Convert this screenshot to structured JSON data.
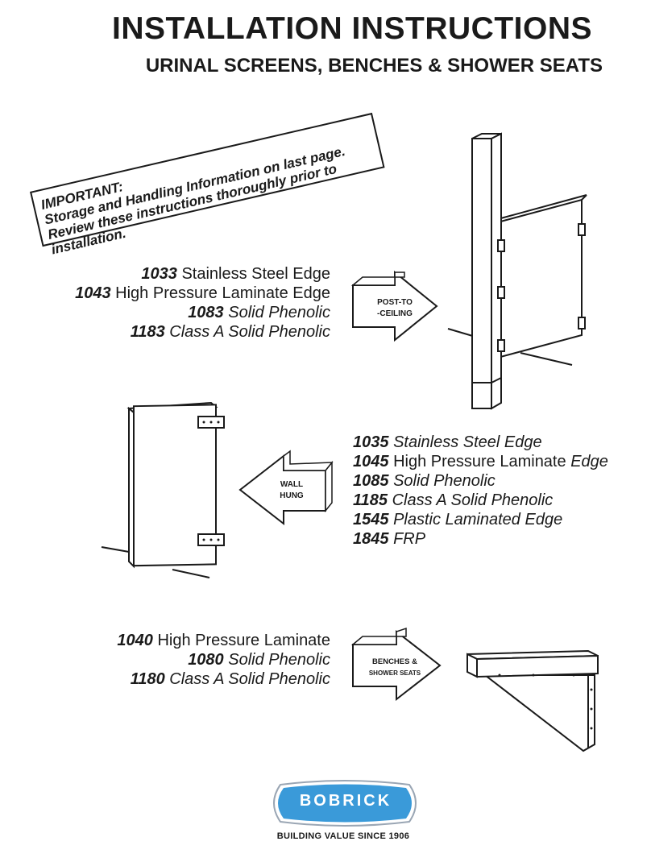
{
  "header": {
    "title": "INSTALLATION INSTRUCTIONS",
    "subtitle": "URINAL SCREENS, BENCHES & SHOWER SEATS"
  },
  "notice": {
    "heading": "IMPORTANT:",
    "line1": "Storage and Handling Information on last page.",
    "line2": "Review these instructions thoroughly prior to",
    "line3": "installation."
  },
  "post_to_ceiling": {
    "arrow_label_1": "POST-TO",
    "arrow_label_2": "-CEILING",
    "items": [
      {
        "code": "1033",
        "name": "Stainless Steel Edge",
        "name_style": "roman"
      },
      {
        "code": "1043",
        "name": "High Pressure Laminate Edge",
        "name_style": "roman"
      },
      {
        "code": "1083",
        "name": "Solid Phenolic",
        "name_style": "italic"
      },
      {
        "code": "1183",
        "name": "Class A Solid Phenolic",
        "name_style": "italic"
      }
    ]
  },
  "wall_hung": {
    "arrow_label_1": "WALL",
    "arrow_label_2": "HUNG",
    "items": [
      {
        "code": "1035",
        "name": "Stainless Steel Edge",
        "name_style": "italic"
      },
      {
        "code": "1045",
        "name": "High Pressure Laminate",
        "name_suffix": "Edge",
        "name_style": "roman"
      },
      {
        "code": "1085",
        "name": "Solid Phenolic",
        "name_style": "italic"
      },
      {
        "code": "1185",
        "name": "Class A Solid Phenolic",
        "name_style": "italic"
      },
      {
        "code": "1545",
        "name": "Plastic Laminated Edge",
        "name_style": "italic"
      },
      {
        "code": "1845",
        "name": "FRP",
        "name_style": "italic"
      }
    ]
  },
  "benches": {
    "arrow_label_1": "BENCHES &",
    "arrow_label_2": "SHOWER SEATS",
    "items": [
      {
        "code": "1040",
        "name": "High Pressure Laminate",
        "name_style": "roman"
      },
      {
        "code": "1080",
        "name": "Solid Phenolic",
        "name_style": "italic"
      },
      {
        "code": "1180",
        "name": "Class A Solid Phenolic",
        "name_style": "italic"
      }
    ]
  },
  "brand": {
    "logo_text": "BOBRICK",
    "tagline": "BUILDING VALUE SINCE 1906",
    "logo_color": "#3a9ad9"
  }
}
